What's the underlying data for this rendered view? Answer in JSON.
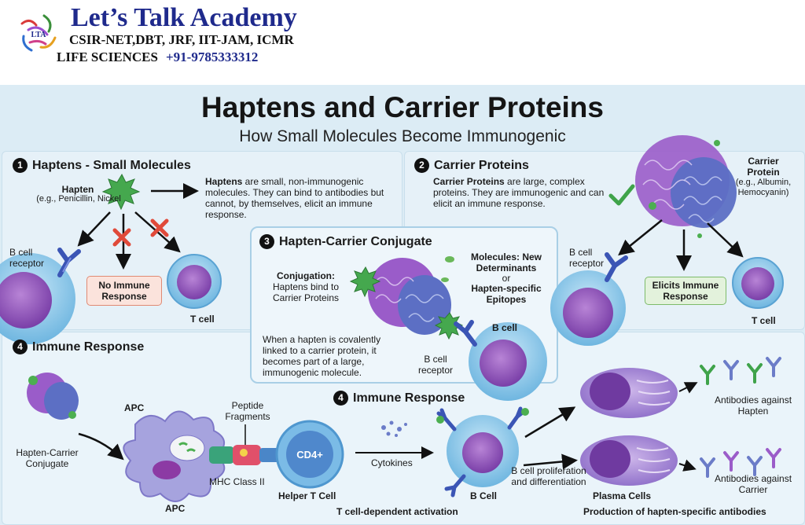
{
  "header": {
    "brand_title": "Let’s Talk Academy",
    "brand_exams": "CSIR-NET,DBT, JRF, IIT-JAM, ICMR",
    "brand_subject": "LIFE SCIENCES",
    "brand_phone": "+91-9785333312",
    "logo_text": "LTA"
  },
  "title": "Haptens and Carrier Proteins",
  "subtitle": "How Small Molecules Become Immunogenic",
  "sec1": {
    "num": "1",
    "heading": "Haptens - Small Molecules",
    "hapten_label": "Hapten",
    "hapten_examples": "(e.g., Penicillin, Nickel",
    "desc_bold": "Haptens",
    "desc_rest": " are small, non-immunogenic molecules. They can bind to antibodies but cannot, by themselves, elicit an immune response.",
    "b_cell_receptor": "B cell receptor",
    "no_response": "No Immune Response",
    "t_cell": "T cell"
  },
  "sec2": {
    "num": "2",
    "heading": "Carrier Proteins",
    "desc_bold": "Carrier Proteins",
    "desc_rest": " are large, complex proteins. They are immunogenic and can elicit an immune response.",
    "carrier_label": "Carrier Protein",
    "carrier_examples": "(e.g., Albumin, Hemocyanin)",
    "b_cell_receptor": "B cell receptor",
    "elicits": "Elicits Immune Response",
    "t_cell": "T cell"
  },
  "sec3": {
    "num": "3",
    "heading": "Hapten-Carrier Conjugate",
    "conj_bold": "Conjugation:",
    "conj_rest": "Haptens bind to Carrier Proteins",
    "molecules_label": "Molecules: New Determinants",
    "or": "or",
    "epitopes": "Hapten-specific Epitopes",
    "desc": "When a hapten is covalently linked to a carrier protein, it becomes part of a large, immunogenic molecule.",
    "b_cell": "B cell",
    "b_cell_receptor": "B cell receptor"
  },
  "sec4": {
    "num": "4",
    "heading": "Immune Response",
    "heading2": "Immune Response",
    "conjugate_label": "Hapten-Carrier Conjugate",
    "apc_top": "APC",
    "apc_bottom": "APC",
    "peptide": "Peptide Fragments",
    "mhc": "MHC Class II",
    "cd4": "CD4+",
    "helper": "Helper T Cell",
    "cytokines": "Cytokines",
    "b_cell": "B Cell",
    "prolif": "B cell proliferation and differentiation",
    "plasma": "Plasma Cells",
    "ab_hapten": "Antibodies against Hapten",
    "ab_carrier": "Antibodies against Carrier",
    "t_dep": "T cell-dependent activation",
    "production": "Production of hapten-specific antibodies"
  },
  "colors": {
    "panel_bg": "#dcecf5",
    "purple": "#8a4fb8",
    "blue_protein": "#5c6fc4",
    "hapten_green": "#3fa34a",
    "cross_red": "#e04a3a",
    "no_resp_bg": "#fbe3dc",
    "elicit_bg": "#e3f2dc",
    "cell_blue": "#8cc7e8"
  }
}
